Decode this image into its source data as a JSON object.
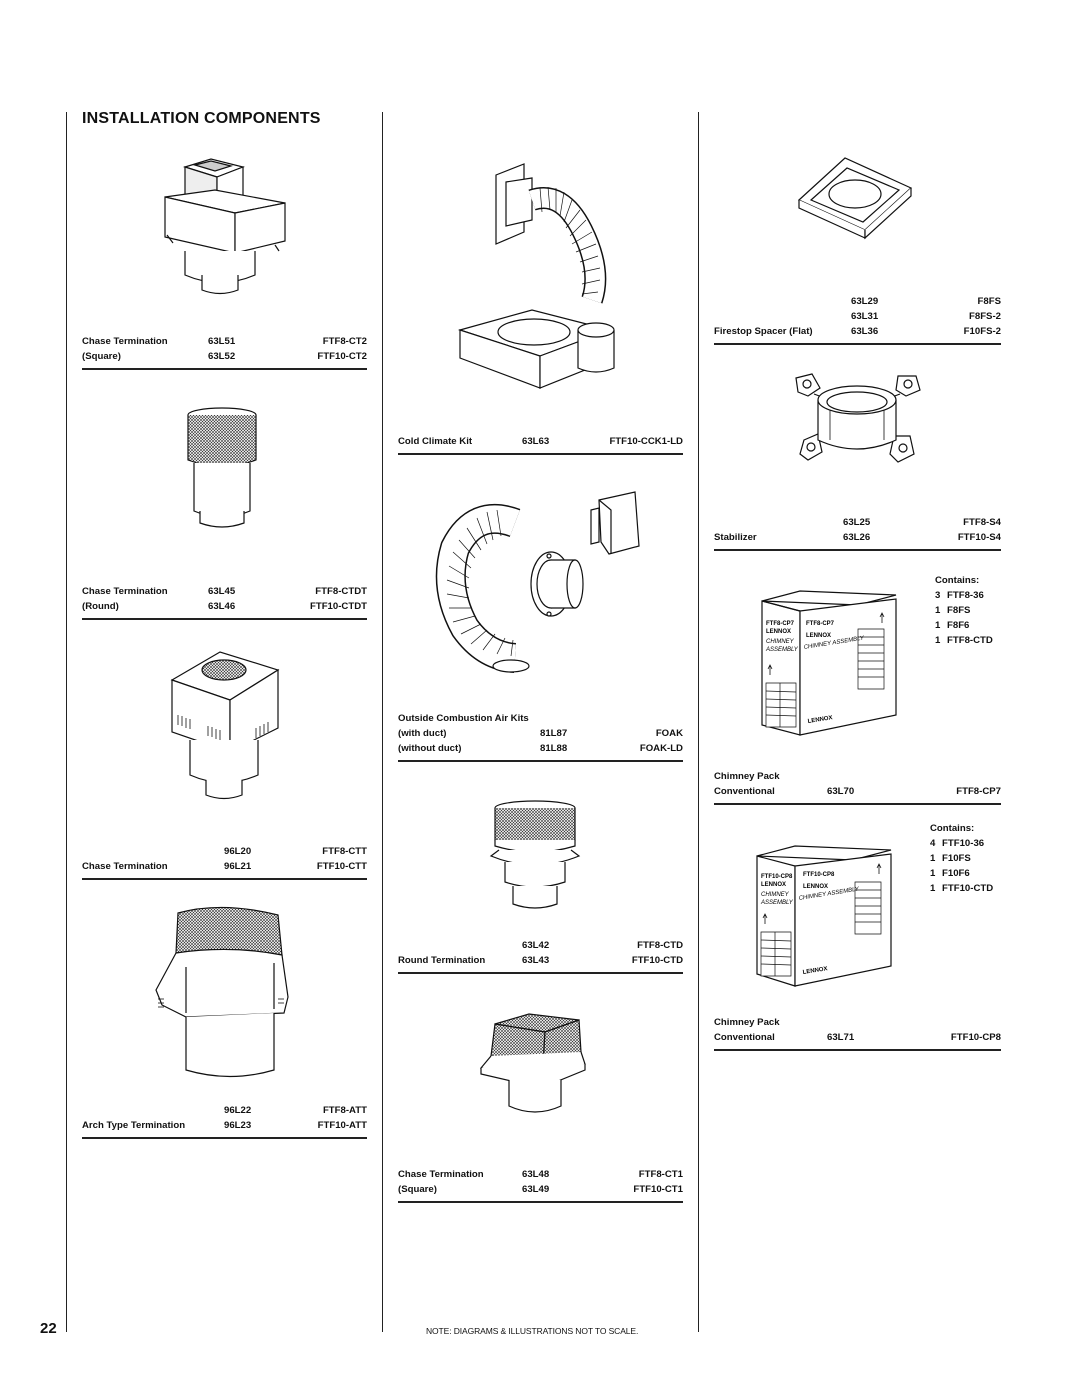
{
  "page": {
    "title": "INSTALLATION COMPONENTS",
    "page_number": "22",
    "note": "NOTE: DIAGRAMS & ILLUSTRATIONS NOT TO SCALE."
  },
  "col1": {
    "chase_square": {
      "name1": "Chase Termination",
      "name2": "(Square)",
      "part1": "63L51",
      "part2": "63L52",
      "model1": "FTF8-CT2",
      "model2": "FTF10-CT2"
    },
    "chase_round": {
      "name1": "Chase Termination",
      "name2": "(Round)",
      "part1": "63L45",
      "part2": "63L46",
      "model1": "FTF8-CTDT",
      "model2": "FTF10-CTDT"
    },
    "chase_96": {
      "name": "Chase Termination",
      "part1": "96L20",
      "part2": "96L21",
      "model1": "FTF8-CTT",
      "model2": "FTF10-CTT"
    },
    "arch": {
      "name": "Arch Type Termination",
      "part1": "96L22",
      "part2": "96L23",
      "model1": "FTF8-ATT",
      "model2": "FTF10-ATT"
    }
  },
  "col2": {
    "cold_climate": {
      "name": "Cold Climate Kit",
      "part": "63L63",
      "model": "FTF10-CCK1-LD"
    },
    "outside_air": {
      "heading": "Outside Combustion Air Kits",
      "name1": "(with duct)",
      "name2": "(without duct)",
      "part1": "81L87",
      "part2": "81L88",
      "model1": "FOAK",
      "model2": "FOAK-LD"
    },
    "round_term": {
      "name": "Round Termination",
      "part1": "63L42",
      "part2": "63L43",
      "model1": "FTF8-CTD",
      "model2": "FTF10-CTD"
    },
    "chase_square2": {
      "name1": "Chase Termination",
      "name2": "(Square)",
      "part1": "63L48",
      "part2": "63L49",
      "model1": "FTF8-CT1",
      "model2": "FTF10-CT1"
    }
  },
  "col3": {
    "firestop": {
      "name": "Firestop Spacer (Flat)",
      "part1": "63L29",
      "part2": "63L31",
      "part3": "63L36",
      "model1": "F8FS",
      "model2": "F8FS-2",
      "model3": "F10FS-2"
    },
    "stabilizer": {
      "name": "Stabilizer",
      "part1": "63L25",
      "part2": "63L26",
      "model1": "FTF8-S4",
      "model2": "FTF10-S4"
    },
    "pack7": {
      "contains_heading": "Contains:",
      "items": [
        {
          "qty": "3",
          "name": "FTF8-36"
        },
        {
          "qty": "1",
          "name": "F8FS"
        },
        {
          "qty": "1",
          "name": "F8F6"
        },
        {
          "qty": "1",
          "name": "FTF8-CTD"
        }
      ],
      "box_code_side": "FTF8-CP7",
      "box_code_front": "FTF8-CP7",
      "brand": "LENNOX",
      "side_line1": "CHIMNEY",
      "side_line2": "ASSEMBLY",
      "front_text": "CHIMNEY ASSEMBLY",
      "name1": "Chimney Pack",
      "name2": "Conventional",
      "part": "63L70",
      "model": "FTF8-CP7"
    },
    "pack8": {
      "contains_heading": "Contains:",
      "items": [
        {
          "qty": "4",
          "name": "FTF10-36"
        },
        {
          "qty": "1",
          "name": "F10FS"
        },
        {
          "qty": "1",
          "name": "F10F6"
        },
        {
          "qty": "1",
          "name": "FTF10-CTD"
        }
      ],
      "box_code_side": "FTF10-CP8",
      "box_code_front": "FTF10-CP8",
      "brand": "LENNOX",
      "side_line1": "CHIMNEY",
      "side_line2": "ASSEMBLY",
      "front_text": "CHIMNEY ASSEMBLY",
      "name1": "Chimney Pack",
      "name2": "Conventional",
      "part": "63L71",
      "model": "FTF10-CP8"
    }
  }
}
